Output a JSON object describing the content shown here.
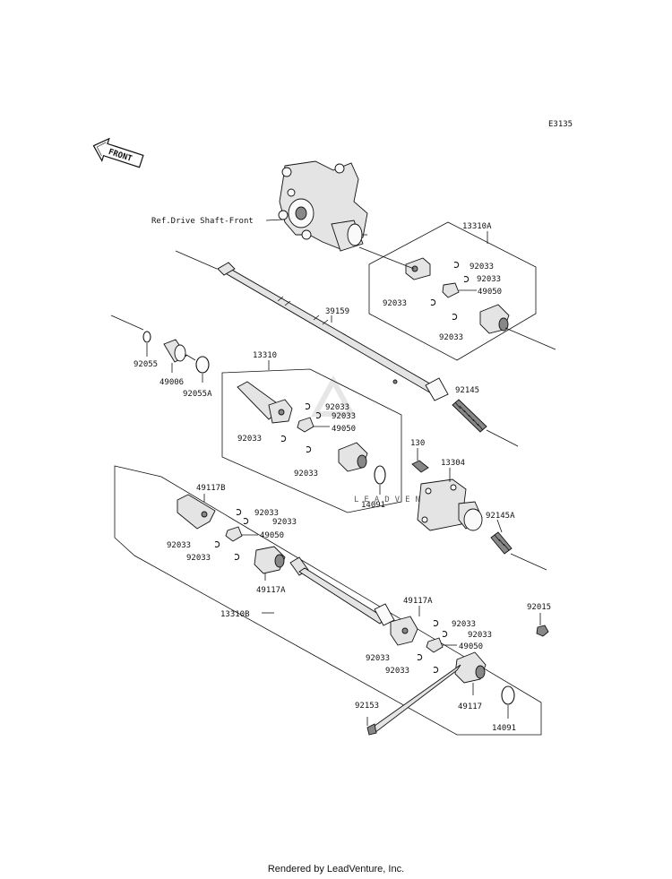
{
  "diagram": {
    "code": "E3135",
    "front_label": "FRONT",
    "watermark": "LEADVENTURE",
    "ref_label": "Ref.Drive Shaft-Front",
    "labels": {
      "p13310A": "13310A",
      "p39159": "39159",
      "p92055": "92055",
      "p49006": "49006",
      "p92055A": "92055A",
      "p13310": "13310",
      "p92145": "92145",
      "p130": "130",
      "p13304": "13304",
      "p14091a": "14091",
      "p92145A": "92145A",
      "p49117B": "49117B",
      "p49117A_1": "49117A",
      "p13310B": "13310B",
      "p49117A_2": "49117A",
      "p92015": "92015",
      "p49117": "49117",
      "p92153": "92153",
      "p14091b": "14091",
      "a_92033_1": "92033",
      "a_92033_2": "92033",
      "a_49050": "49050",
      "a_92033_3": "92033",
      "a_92033_4": "92033",
      "b_92033_1": "92033",
      "b_92033_2": "92033",
      "b_49050": "49050",
      "b_92033_3": "92033",
      "b_92033_4": "92033",
      "c_92033_1": "92033",
      "c_92033_2": "92033",
      "c_49050": "49050",
      "c_92033_3": "92033",
      "c_92033_4": "92033",
      "d_92033_1": "92033",
      "d_92033_2": "92033",
      "d_49050": "49050",
      "d_92033_3": "92033",
      "d_92033_4": "92033"
    }
  },
  "footer": {
    "text": "Rendered by LeadVenture, Inc."
  }
}
